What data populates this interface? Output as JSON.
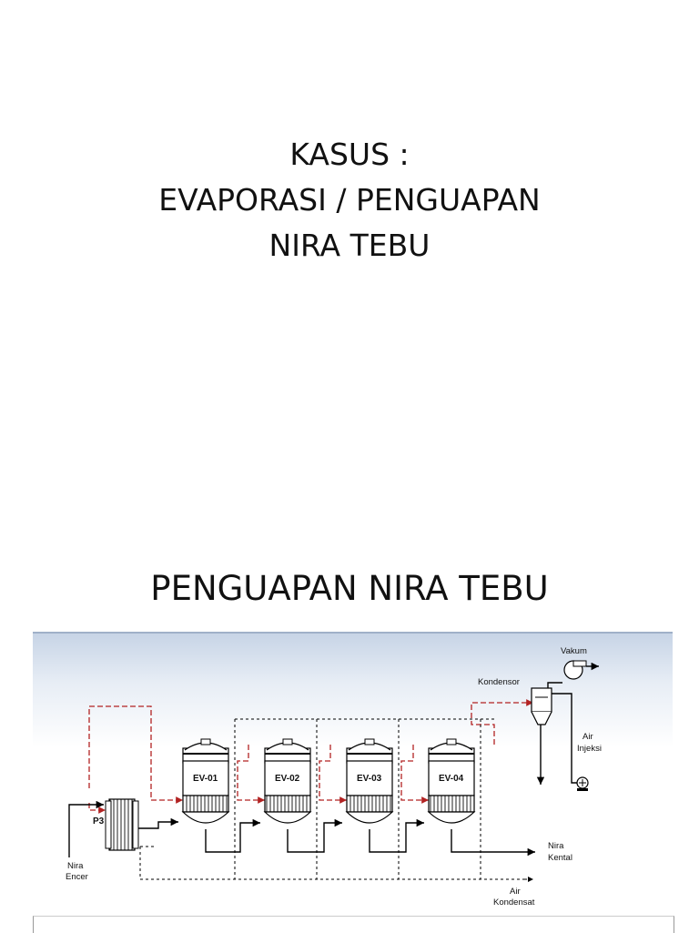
{
  "slide1": {
    "line1": "KASUS :",
    "line2": "EVAPORASI / PENGUAPAN",
    "line3": "NIRA TEBU"
  },
  "slide2": {
    "title": "PENGUAPAN NIRA TEBU"
  },
  "diagram": {
    "labels": {
      "vakum": "Vakum",
      "kondensor": "Kondensor",
      "air_injeksi_1": "Air",
      "air_injeksi_2": "Injeksi",
      "p3": "P3",
      "nira_encer_1": "Nira",
      "nira_encer_2": "Encer",
      "nira_kental_1": "Nira",
      "nira_kental_2": "Kental",
      "air_kondensat_1": "Air",
      "air_kondensat_2": "Kondensat"
    },
    "evaporators": [
      "EV-01",
      "EV-02",
      "EV-03",
      "EV-04"
    ],
    "colors": {
      "vapor_line": "#b22222",
      "process_line": "#000000",
      "panel_top": "#c7d4e6"
    }
  }
}
